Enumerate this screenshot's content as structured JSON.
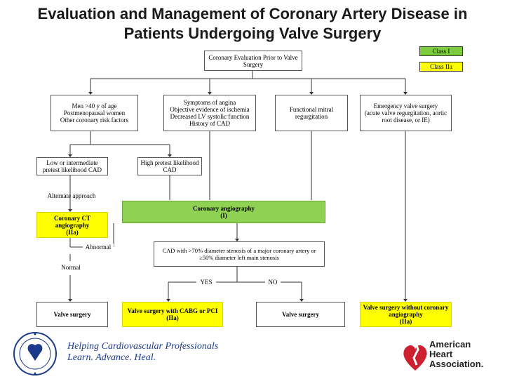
{
  "title_line1": "Evaluation and Management of Coronary Artery Disease in",
  "title_line2": "Patients Undergoing Valve Surgery",
  "legend": {
    "class1": "Class I",
    "class2a": "Class IIa"
  },
  "nodes": {
    "top": "Coronary Evaluation Prior to Valve Surgery",
    "men40": [
      "Men >40 y of age",
      "Postmenopausal women",
      "Other coronary risk factors"
    ],
    "symptoms": [
      "Symptoms of angina",
      "Objective evidence of ischemia",
      "Decreased LV systolic function",
      "History of CAD"
    ],
    "functional": [
      "Functional mitral",
      "regurgitation"
    ],
    "emergency": [
      "Emergency valve surgery",
      "(acute valve regurgitation, aortic",
      "root disease, or IE)"
    ],
    "lowinter": [
      "Low or intermediate",
      "pretest likelihood CAD"
    ],
    "highpre": [
      "High pretest likelihood",
      "CAD"
    ],
    "alternate": "Alternate approach",
    "angio": [
      "Coronary angiography",
      "(I)"
    ],
    "ct": [
      "Coronary CT",
      "angiography",
      "(IIa)"
    ],
    "abnormal": "Abnormal",
    "normal": "Normal",
    "cad70": [
      "CAD with >70% diameter stenosis of a major coronary artery or",
      "≥50% diameter left main stenosis"
    ],
    "yes": "YES",
    "no": "NO",
    "vs1": "Valve surgery",
    "cabg": [
      "Valve surgery with CABG or PCI",
      "(IIa)"
    ],
    "vs2": "Valve surgery",
    "nocor": [
      "Valve surgery without coronary",
      "angiography",
      "(IIa)"
    ]
  },
  "footer": {
    "line1": "Helping Cardiovascular Professionals",
    "line2": "Learn. Advance. Heal.",
    "aha1": "American",
    "aha2": "Heart",
    "aha3": "Association."
  },
  "colors": {
    "class1": "#7ccc3d",
    "class2a": "#ffff00"
  }
}
